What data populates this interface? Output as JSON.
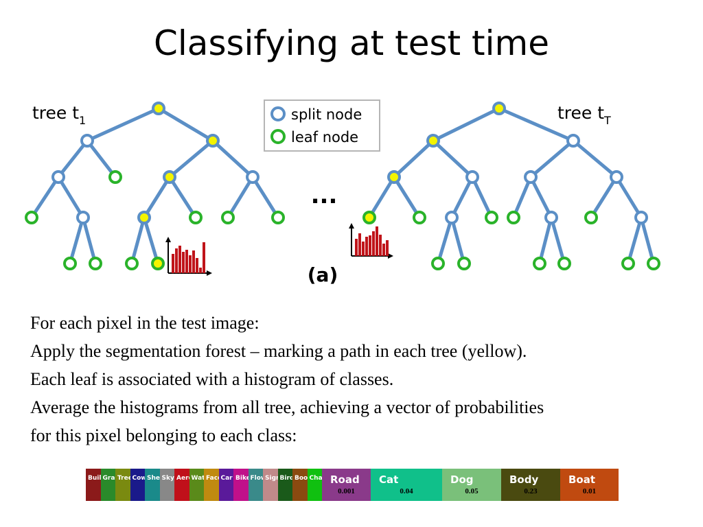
{
  "title": "Classifying at test time",
  "diagram": {
    "tree_left_label": "tree t",
    "tree_left_subscript": "1",
    "tree_right_label": "tree t",
    "tree_right_subscript": "T",
    "legend": {
      "split": "split node",
      "leaf": "leaf node"
    },
    "ellipsis": "...",
    "caption": "(a)",
    "colors": {
      "edge": "#5b8fc6",
      "split": "#5b8fc6",
      "leaf": "#2ab32a",
      "path": "#f4f400",
      "histogram": "#c0141a"
    }
  },
  "body": [
    "For each pixel in the test image:",
    "Apply the segmentation forest – marking a path in each tree (yellow).",
    "Each leaf is associated with a histogram of  classes.",
    "Average the histograms from all tree, achieving a vector of  probabilities",
    "for this pixel belonging to each class:"
  ],
  "class_bar": [
    {
      "label": "Building",
      "color": "#8b1a1a"
    },
    {
      "label": "Grass",
      "color": "#2a8a2a"
    },
    {
      "label": "Tree",
      "color": "#7a8a10"
    },
    {
      "label": "Cow",
      "color": "#1a1a8a"
    },
    {
      "label": "Sheep",
      "color": "#1a8a8a"
    },
    {
      "label": "Sky",
      "color": "#888888"
    },
    {
      "label": "Aeroplane",
      "color": "#c0101a"
    },
    {
      "label": "Water",
      "color": "#5a8a1a"
    },
    {
      "label": "Face",
      "color": "#c08a10"
    },
    {
      "label": "Car",
      "color": "#5a1a9a"
    },
    {
      "label": "Bike",
      "color": "#c0108a"
    },
    {
      "label": "Flower",
      "color": "#3a8a8a"
    },
    {
      "label": "Sign",
      "color": "#c08a8a"
    },
    {
      "label": "Bird",
      "color": "#1a5a1a"
    },
    {
      "label": "Book",
      "color": "#8a4a10"
    },
    {
      "label": "Chair",
      "color": "#10c010"
    },
    {
      "label": "Road",
      "color": "#8a3a8a",
      "value": "0.001",
      "big": true
    },
    {
      "label": "Cat",
      "color": "#10c08a",
      "value": "0.04",
      "big": true
    },
    {
      "label": "Dog",
      "color": "#7ac07a",
      "value": "0.05",
      "big": true
    },
    {
      "label": "Body",
      "color": "#4a4a10",
      "value": "0.23",
      "big": true
    },
    {
      "label": "Boat",
      "color": "#c04a10",
      "value": "0.01",
      "big": true
    }
  ]
}
